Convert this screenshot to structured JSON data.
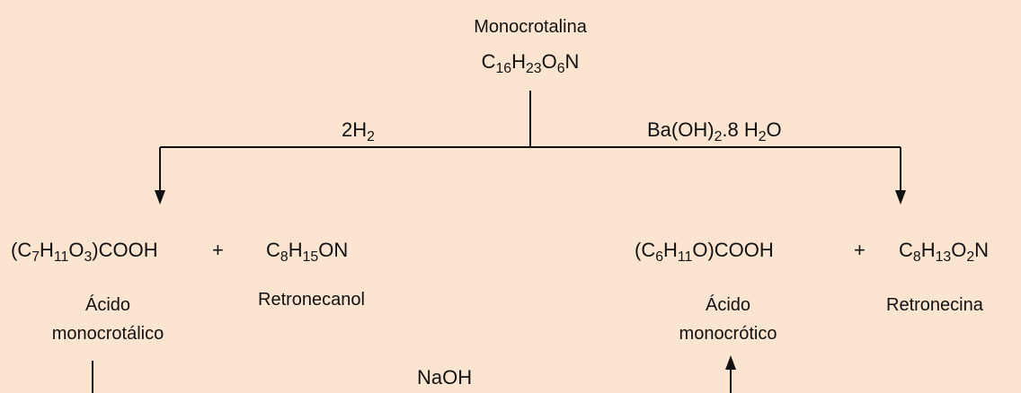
{
  "diagram": {
    "top_compound": {
      "name": "Monocrotalina",
      "formula_parts": [
        {
          "t": "C",
          "sub": "16"
        },
        {
          "t": "H",
          "sub": "23"
        },
        {
          "t": "O",
          "sub": "6"
        },
        {
          "t": "N",
          "sub": ""
        }
      ]
    },
    "reagent_left": [
      {
        "t": "2H",
        "sub": "2"
      }
    ],
    "reagent_right": [
      {
        "t": "Ba(OH)",
        "sub": "2"
      },
      {
        "t": ".8 H",
        "sub": "2"
      },
      {
        "t": "O",
        "sub": ""
      }
    ],
    "left_products": {
      "acid_formula": [
        {
          "t": "(C",
          "sub": "7"
        },
        {
          "t": "H",
          "sub": "11"
        },
        {
          "t": "O",
          "sub": "3"
        },
        {
          "t": ")COOH",
          "sub": ""
        }
      ],
      "plus": "+",
      "amine_formula": [
        {
          "t": "C",
          "sub": "8"
        },
        {
          "t": "H",
          "sub": "15"
        },
        {
          "t": "ON",
          "sub": ""
        }
      ],
      "acid_name_line1": "Ácido",
      "acid_name_line2": "monocrotálico",
      "amine_name": "Retronecanol"
    },
    "right_products": {
      "acid_formula": [
        {
          "t": "(C",
          "sub": "6"
        },
        {
          "t": "H",
          "sub": "11"
        },
        {
          "t": "O)COOH",
          "sub": ""
        }
      ],
      "plus": "+",
      "amine_formula": [
        {
          "t": "C",
          "sub": "8"
        },
        {
          "t": "H",
          "sub": "13"
        },
        {
          "t": "O",
          "sub": "2"
        },
        {
          "t": "N",
          "sub": ""
        }
      ],
      "acid_name_line1": "Ácido",
      "acid_name_line2": "monocrótico",
      "amine_name": "Retronecina"
    },
    "bottom_reagent": "NaOH"
  }
}
